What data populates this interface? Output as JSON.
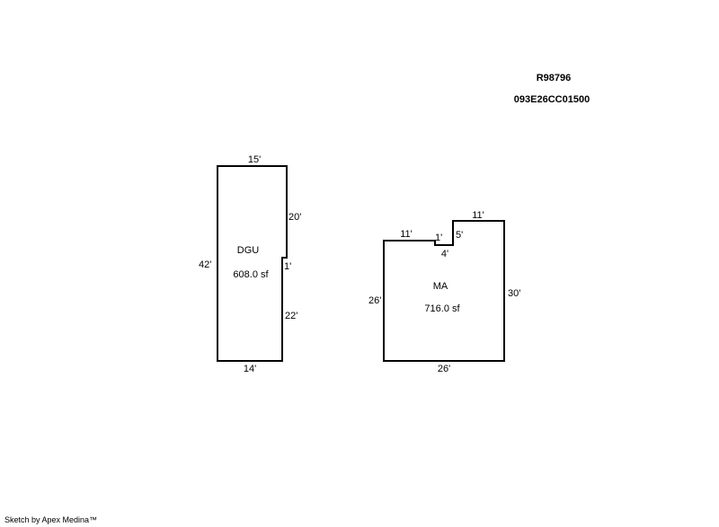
{
  "header": {
    "parcel_id": "R98796",
    "account": "093E26CC01500"
  },
  "dgu": {
    "name": "DGU",
    "area": "608.0 sf",
    "dims": {
      "top": "15'",
      "right_upper": "20'",
      "step": "1'",
      "right_lower": "22'",
      "bottom": "14'",
      "left": "42'"
    }
  },
  "ma": {
    "name": "MA",
    "area": "716.0 sf",
    "dims": {
      "top_left": "11'",
      "notch_drop": "1'",
      "notch_width": "4'",
      "notch_rise": "5'",
      "top_right": "11'",
      "right": "30'",
      "bottom": "26'",
      "left": "26'"
    }
  },
  "footer": {
    "credit": "Sketch by Apex Medina™"
  }
}
